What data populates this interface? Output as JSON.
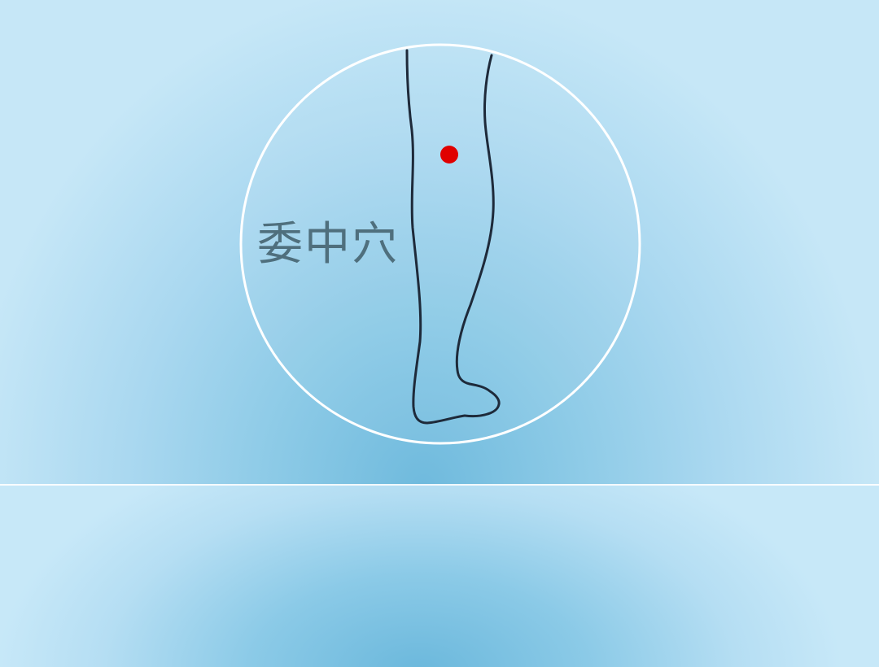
{
  "acupoint": {
    "label": "委中穴",
    "marker_color": "#e00000"
  },
  "colors": {
    "background_center": "#6fbadd",
    "background_edge": "#c6e7f7",
    "circle_stroke": "#ffffff",
    "leg_outline": "#1e2a3a",
    "label_text": "#4f6f7d",
    "divider": "#ffffff"
  },
  "icons": {
    "leg": "leg-outline-illustration",
    "marker": "red-dot-marker"
  }
}
